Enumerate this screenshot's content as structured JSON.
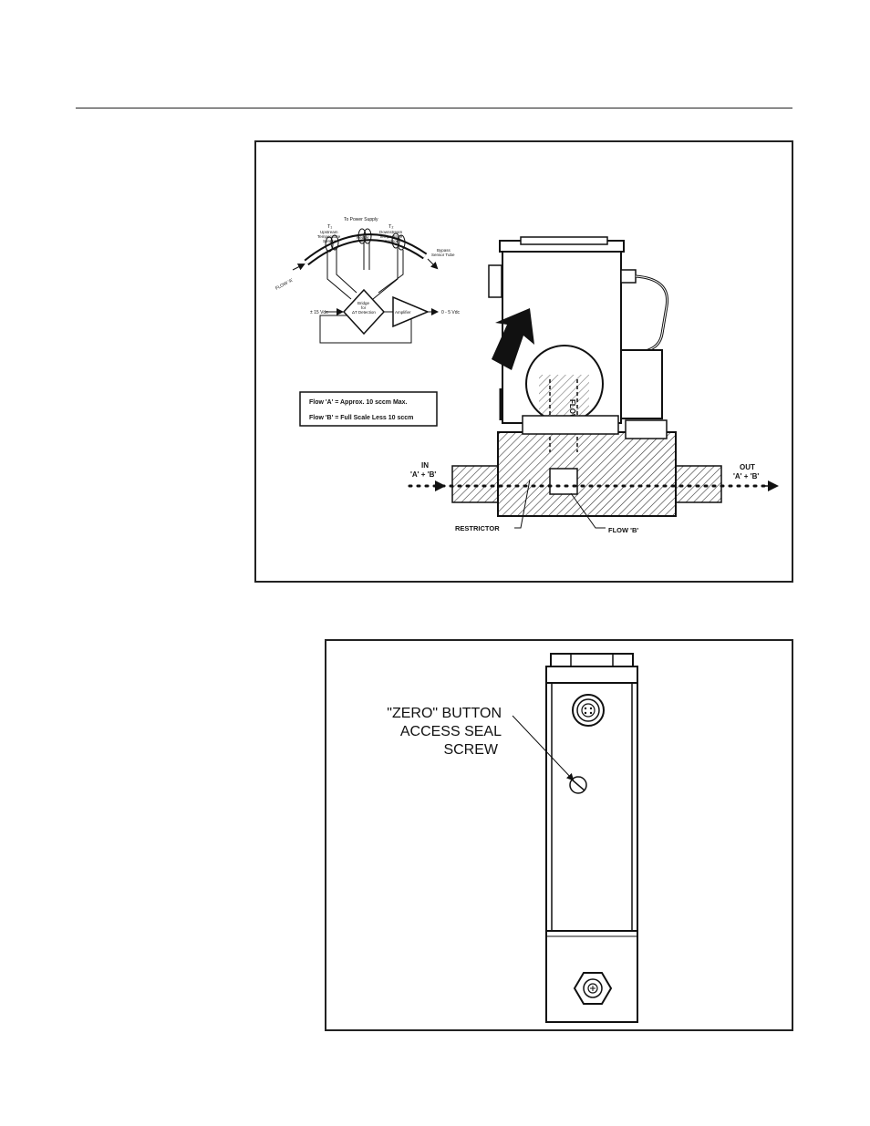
{
  "figure1": {
    "schematic": {
      "power_supply": "To Power Supply",
      "t1_label": "T₁",
      "t1_line1": "Upstream",
      "t1_line2": "Temperature",
      "t1_line3": "Sensor",
      "heater": "Heater",
      "t2_label": "T₂",
      "t2_line1": "Downstream",
      "t2_line2": "Temperature",
      "t2_line3": "Sensor",
      "bypass_line1": "Bypass",
      "bypass_line2": "Sensor Tube",
      "flow_a": "FLOW 'A'",
      "supply": "± 15 Vdc",
      "bridge_line1": "Bridge",
      "bridge_line2": "for",
      "bridge_line3": "ΔT Detection",
      "amplifier": "Amplifier",
      "output": "0 - 5 Vdc"
    },
    "legend": {
      "line1": "Flow 'A' = Approx. 10 sccm Max.",
      "line2": "Flow 'B' = Full Scale Less 10 sccm"
    },
    "labels": {
      "in_line1": "IN",
      "in_line2": "'A' + 'B'",
      "out_line1": "OUT",
      "out_line2": "'A' + 'B'",
      "restrictor": "RESTRICTOR",
      "flow_b": "FLOW 'B'",
      "flow_a_vertical": "FLOW 'A'"
    }
  },
  "figure2": {
    "callout_line1": "\"ZERO\" BUTTON",
    "callout_line2": "ACCESS SEAL",
    "callout_line3": "SCREW"
  }
}
